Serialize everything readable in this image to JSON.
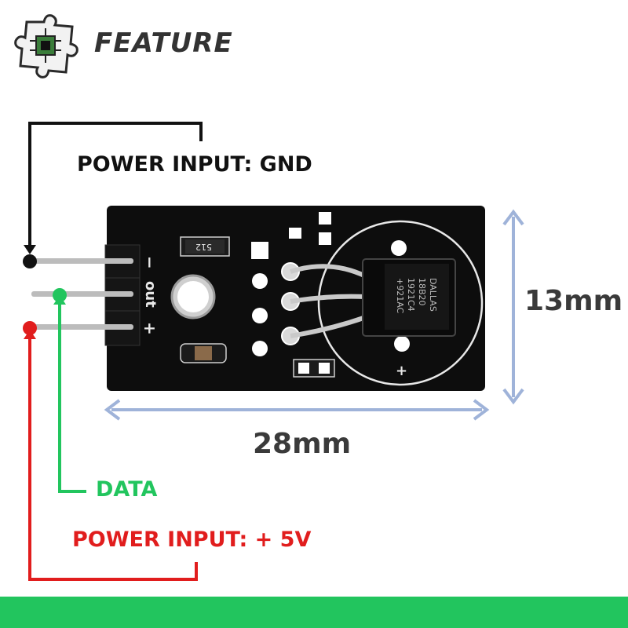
{
  "header": {
    "title": "FEATURE",
    "logo": "puzzle-chip-icon"
  },
  "labels": {
    "gnd": "POWER INPUT: GND",
    "data": "DATA",
    "vcc": "POWER INPUT: + 5V"
  },
  "dimensions": {
    "height": "13mm",
    "width": "28mm"
  },
  "board": {
    "pin_labels": [
      "−",
      "out",
      "+"
    ],
    "resistor_code": "512",
    "chip_text": [
      "DALLAS",
      "18B20",
      "1921C4",
      "+921AC"
    ],
    "plus_marker": "+"
  },
  "colors": {
    "gnd_line": "#111111",
    "data_line": "#22c55e",
    "vcc_line": "#e11d1d",
    "dimension_arrow": "#9fb3d9",
    "footer": "#22c55e"
  }
}
